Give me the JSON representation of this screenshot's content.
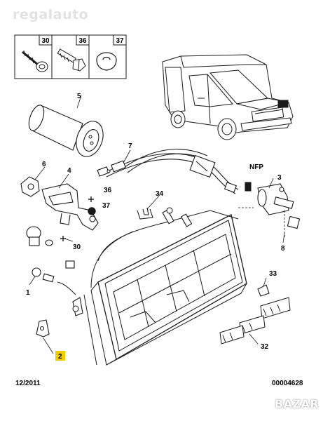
{
  "watermark": "regalauto",
  "footer": {
    "date": "12/2011",
    "code": "00004628"
  },
  "logo": "BAZAR",
  "colors": {
    "highlight": "#f0cc00",
    "ink": "#1a1a1a",
    "watermark": "#e2e2e2"
  },
  "small_parts_box": {
    "labels": [
      "30",
      "36",
      "37"
    ]
  },
  "callouts": {
    "c1": "1",
    "c2": "2",
    "c3": "3",
    "c4": "4",
    "c5": "5",
    "c6": "6",
    "c7": "7",
    "c8": "8",
    "c30_top": "30",
    "c30_bottom": "30",
    "c32": "32",
    "c33": "33",
    "c34": "34",
    "c36": "36",
    "c37": "37",
    "nfp": "NFP"
  }
}
